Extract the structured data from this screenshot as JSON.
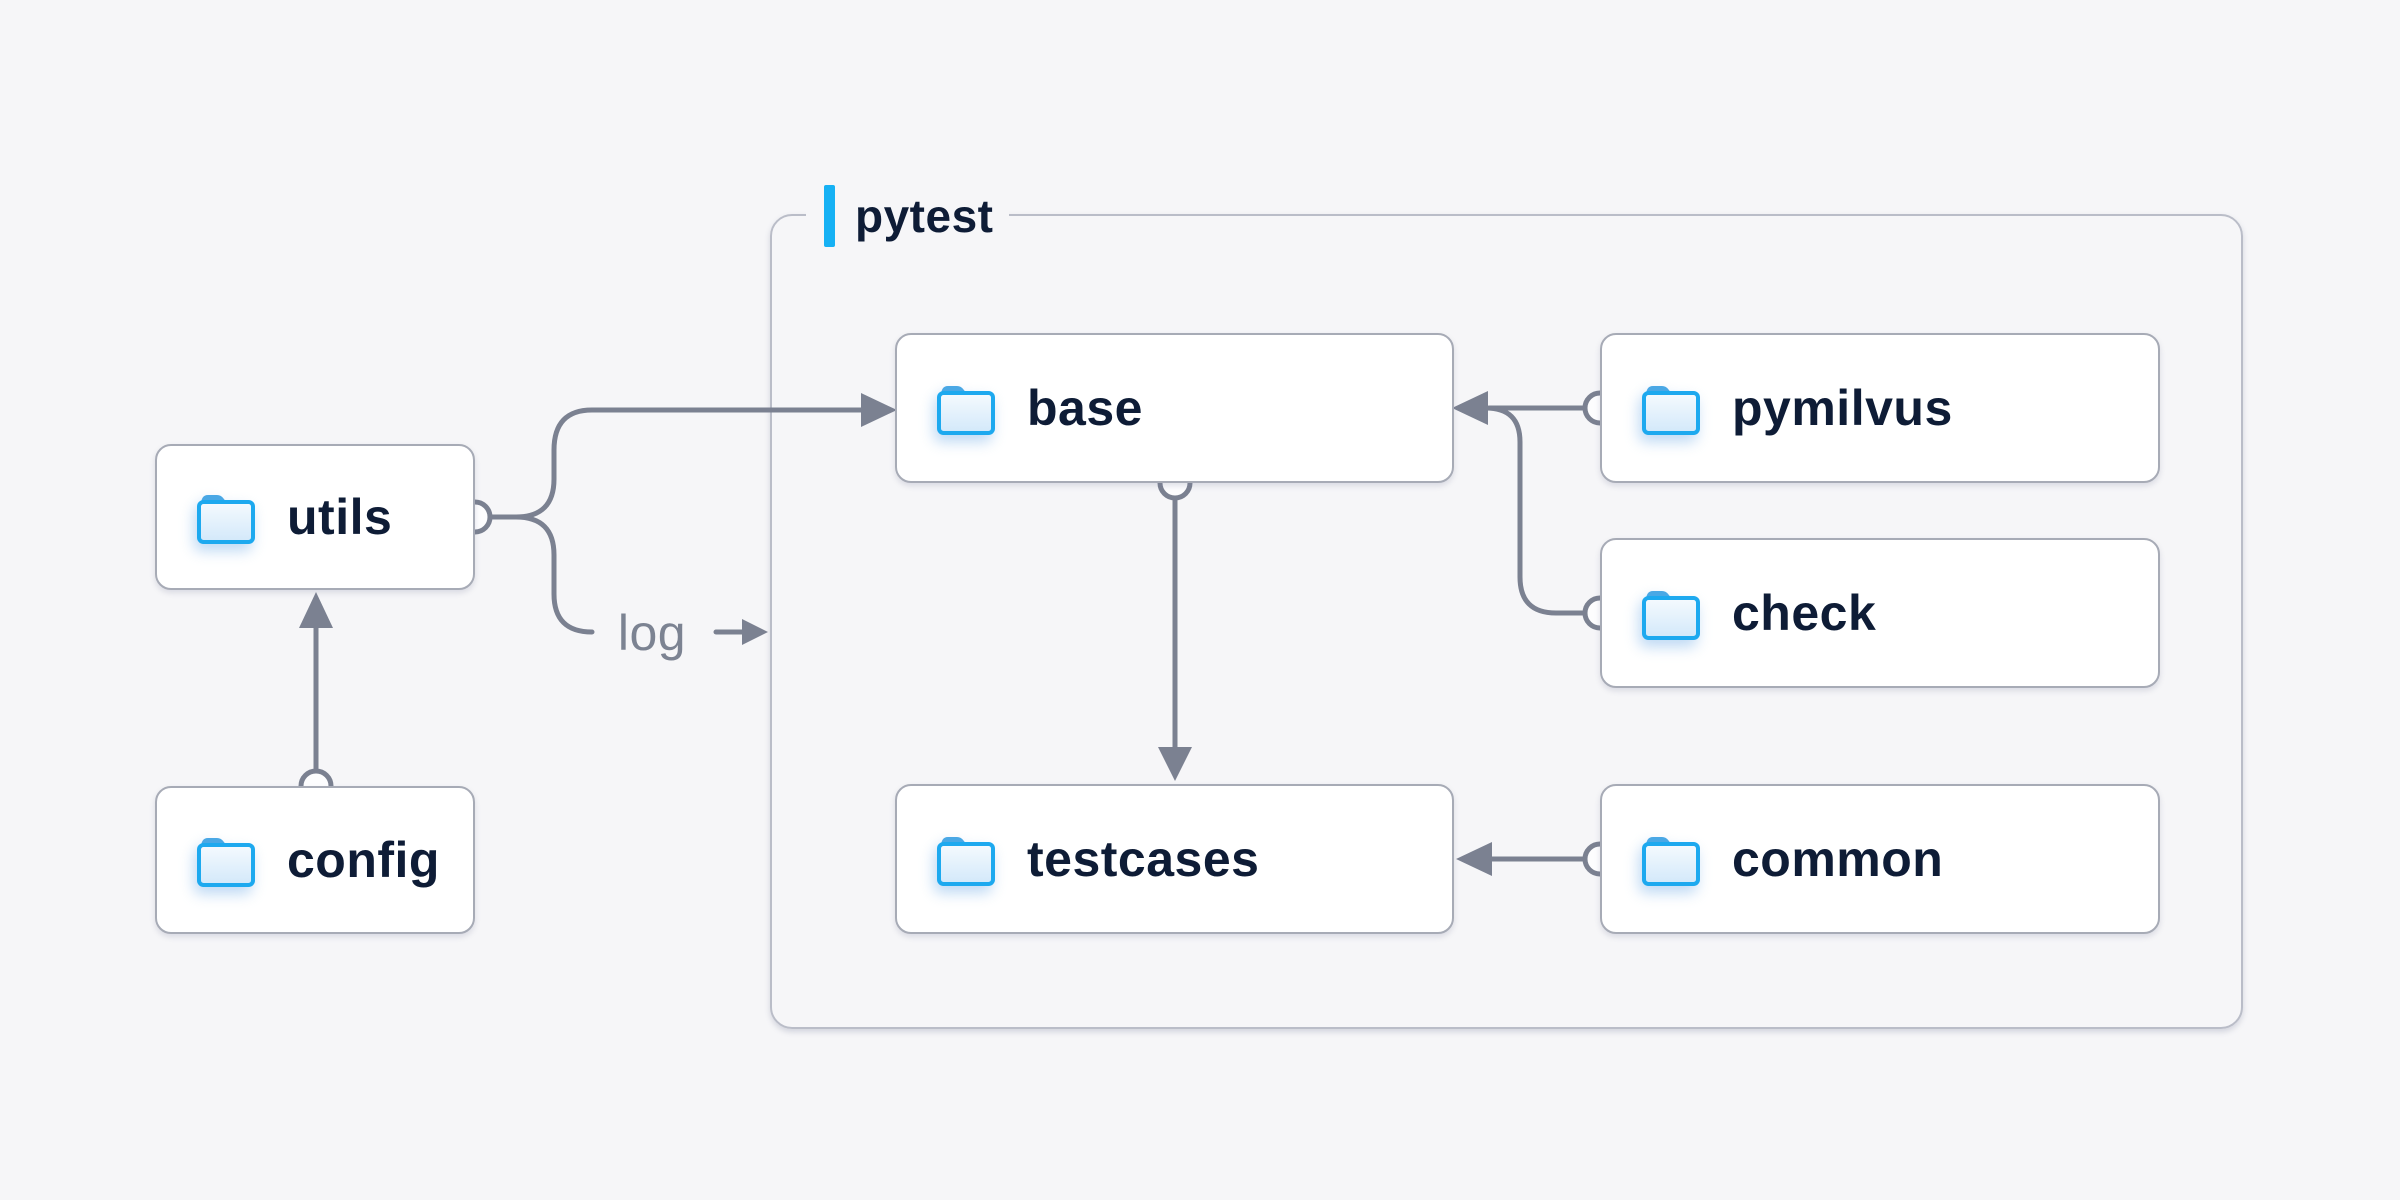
{
  "diagram": {
    "group": {
      "label": "pytest"
    },
    "nodes": [
      {
        "id": "utils",
        "label": "utils"
      },
      {
        "id": "config",
        "label": "config"
      },
      {
        "id": "base",
        "label": "base"
      },
      {
        "id": "pymilvus",
        "label": "pymilvus"
      },
      {
        "id": "check",
        "label": "check"
      },
      {
        "id": "testcases",
        "label": "testcases"
      },
      {
        "id": "common",
        "label": "common"
      }
    ],
    "edge_label": {
      "text": "log"
    },
    "edges": [
      {
        "from": "config",
        "to": "utils"
      },
      {
        "from": "utils",
        "to": "base"
      },
      {
        "from": "utils",
        "to": "log"
      },
      {
        "from": "pymilvus",
        "to": "base"
      },
      {
        "from": "check",
        "to": "base"
      },
      {
        "from": "base",
        "to": "testcases"
      },
      {
        "from": "common",
        "to": "testcases"
      }
    ],
    "colors": {
      "background": "#f6f6f8",
      "node_text": "#0e1c36",
      "edge_gray": "#7b8191",
      "box_border": "#a7abb6",
      "group_border": "#babdc8",
      "accent_blue": "#16b1f4",
      "log_text": "#7c8392",
      "folder_outline": "#1da9ef",
      "folder_tab": "#4aa8e5",
      "folder_fill_top": "#f3f9fe",
      "folder_fill_bottom": "#d2e8fa"
    }
  }
}
